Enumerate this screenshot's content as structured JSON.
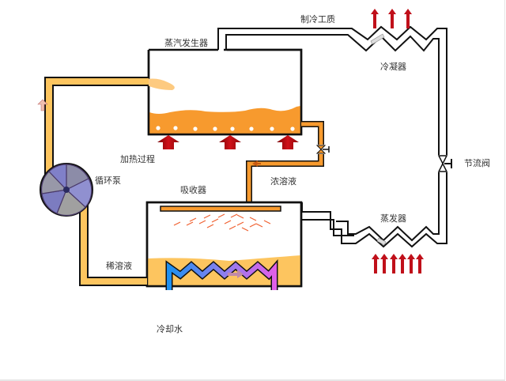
{
  "title": "吸收式制冷原理图",
  "labels": {
    "generator": "蒸汽发生器",
    "refrigerant": "制冷工质",
    "condenser": "冷凝器",
    "heating": "加热过程",
    "pump": "循环泵",
    "absorber": "吸收器",
    "strong_solution": "浓溶液",
    "throttle_valve": "节流阀",
    "evaporator": "蒸发器",
    "weak_solution": "稀溶液",
    "cooling_water": "冷却水"
  },
  "colors": {
    "concentrated_solution": "#f79a2e",
    "dilute_solution": "#fdc55f",
    "heat_arrow": "#b80d12",
    "pipe_outline": "#111111",
    "cooling_in": "#1e90f0",
    "cooling_out": "#e060e8",
    "pump_body": "#6e6ea8"
  }
}
